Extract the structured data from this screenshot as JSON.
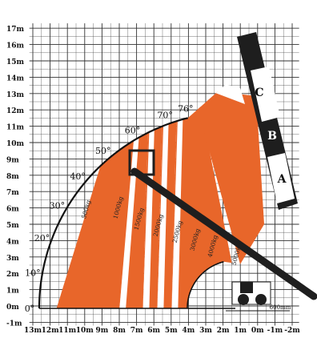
{
  "chart_data": {
    "type": "load-chart",
    "title": "",
    "xlabel": "",
    "ylabel": "",
    "x_ticks": [
      "13m",
      "12m",
      "11m",
      "10m",
      "9m",
      "8m",
      "7m",
      "6m",
      "5m",
      "4m",
      "3m",
      "2m",
      "1m",
      "0m",
      "-1m",
      "-2m"
    ],
    "y_ticks": [
      "17m",
      "16m",
      "15m",
      "14m",
      "13m",
      "12m",
      "11m",
      "10m",
      "9m",
      "8m",
      "7m",
      "6m",
      "5m",
      "4m",
      "3m",
      "2m",
      "1m",
      "0m",
      "-1m"
    ],
    "xlim_m": [
      13,
      -2
    ],
    "ylim_m": [
      -1,
      17
    ],
    "grid": true,
    "angle_labels": [
      "0°",
      "10°",
      "20°",
      "30°",
      "40°",
      "50°",
      "60°",
      "70°",
      "76°"
    ],
    "extension_labels": [
      "A",
      "B",
      "C"
    ],
    "load_zones": [
      {
        "label": "5000kg",
        "capacity_kg": 5000
      },
      {
        "label": "4000kg",
        "capacity_kg": 4000
      },
      {
        "label": "3000kg",
        "capacity_kg": 3000
      },
      {
        "label": "2500kg",
        "capacity_kg": 2500
      },
      {
        "label": "2000kg",
        "capacity_kg": 2000
      },
      {
        "label": "1500kg",
        "capacity_kg": 1500
      },
      {
        "label": "1000kg",
        "capacity_kg": 1000
      },
      {
        "label": "500kg",
        "capacity_kg": 500
      }
    ],
    "pivot_annotation": "600mm",
    "colors": {
      "zone": "#e8662a",
      "grid": "#333333",
      "boom": "#1e1e1e",
      "background": "#ffffff"
    }
  }
}
